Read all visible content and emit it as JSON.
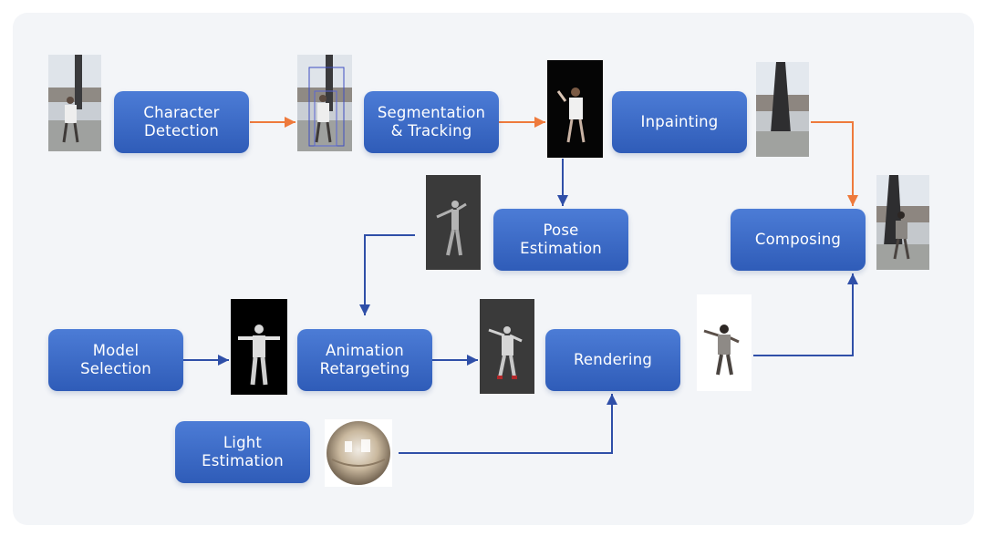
{
  "boxes": {
    "character_detection": {
      "line1": "Character",
      "line2": "Detection"
    },
    "segmentation_tracking": {
      "line1": "Segmentation",
      "line2": "& Tracking"
    },
    "inpainting": {
      "line1": "Inpainting"
    },
    "pose_estimation": {
      "line1": "Pose",
      "line2": "Estimation"
    },
    "composing": {
      "line1": "Composing"
    },
    "model_selection": {
      "line1": "Model",
      "line2": "Selection"
    },
    "animation_retargeting": {
      "line1": "Animation",
      "line2": "Retargeting"
    },
    "rendering": {
      "line1": "Rendering"
    },
    "light_estimation": {
      "line1": "Light",
      "line2": "Estimation"
    }
  },
  "colors": {
    "box_top": "#4c7cd6",
    "box_bottom": "#2f5cb8",
    "arrow_orange": "#ee7a3c",
    "arrow_blue": "#2f4fa8",
    "panel_bg": "#f3f5f8"
  },
  "icons": {
    "input_frame": "photo-person-icon",
    "detection_frame": "bounding-box-photo-icon",
    "segmented_character": "segmented-person-icon",
    "inpainted_background": "background-photo-icon",
    "pose_mannequin": "mannequin-icon",
    "character_model": "3d-model-icon",
    "retargeted_model": "animated-model-icon",
    "rendered_character": "rendered-character-icon",
    "composite_result": "composite-photo-icon",
    "environment_map": "hdr-sphere-icon"
  }
}
